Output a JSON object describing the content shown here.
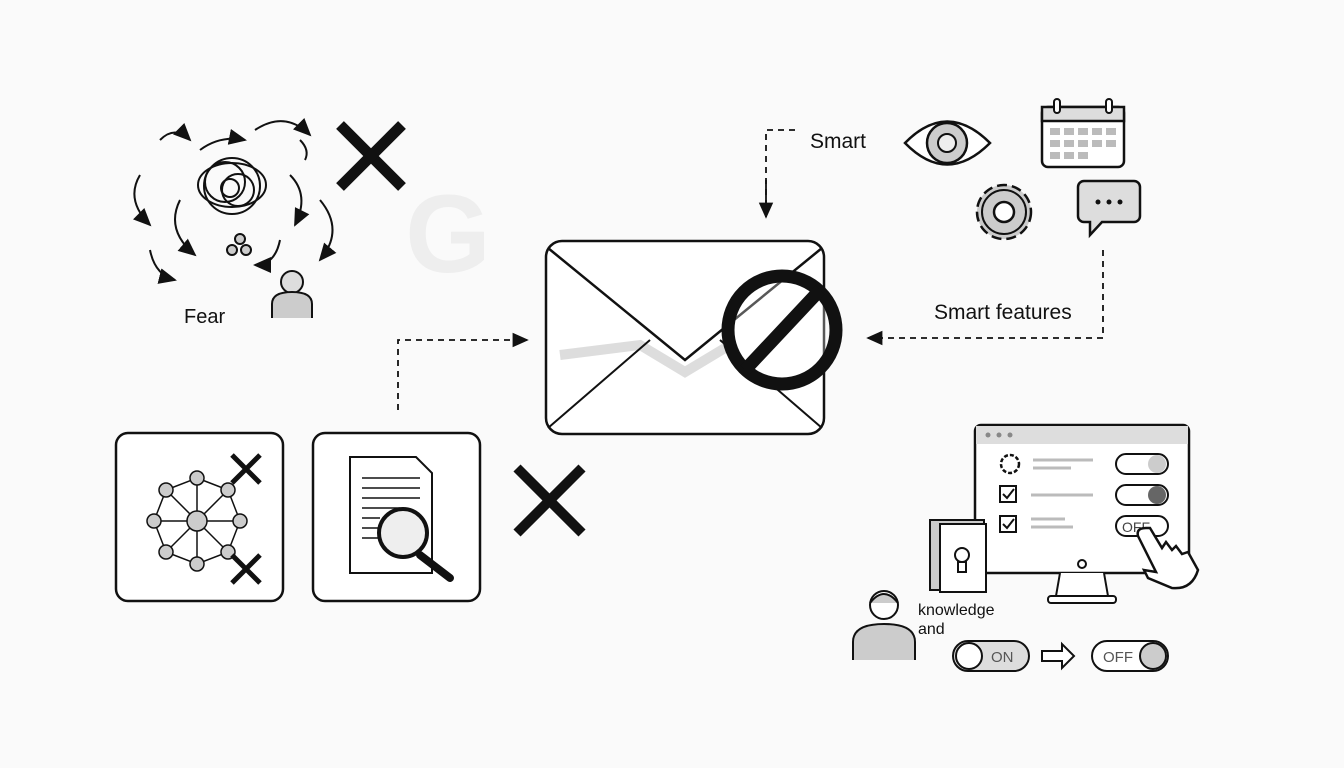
{
  "labels": {
    "smart": "Smart",
    "smart_features": "Smart features",
    "fear": "Fear",
    "knowledge": "knowledge",
    "and": "and",
    "toggle_on": "ON",
    "toggle_off": "OFF",
    "monitor_toggle_off": "OFF",
    "watermark": "G"
  },
  "colors": {
    "stroke": "#111111",
    "grey": "#bdbdbd",
    "light": "#e6e6e6",
    "bg": "#fafafa"
  }
}
